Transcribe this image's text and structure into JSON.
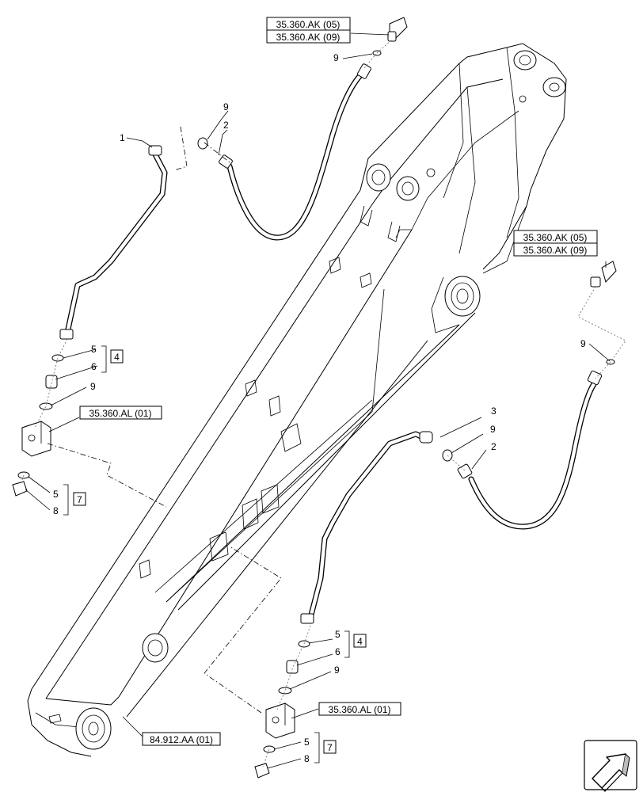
{
  "references": {
    "top_ref_a": "35.360.AK (05)",
    "top_ref_b": "35.360.AK (09)",
    "right_ref_a": "35.360.AK (05)",
    "right_ref_b": "35.360.AK (09)",
    "left_block_ref": "35.360.AL (01)",
    "right_block_ref": "35.360.AL (01)",
    "boom_ref": "84.912.AA (01)"
  },
  "callouts": {
    "c1": "1",
    "c2_top": "2",
    "c9_top_hose": "9",
    "c9_top_fitting": "9",
    "c3": "3",
    "c9_right_hose": "9",
    "c2_right": "2",
    "c9_right_top": "9",
    "c5_left_a": "5",
    "c6_left": "6",
    "c9_left": "9",
    "c5_left_b": "5",
    "c8_left": "8",
    "c5_right_a": "5",
    "c6_right": "6",
    "c9_right_lower": "9",
    "c5_right_b": "5",
    "c8_right": "8",
    "kit4_left": "4",
    "kit7_left": "7",
    "kit4_right": "4",
    "kit7_right": "7"
  },
  "icons": {
    "view_direction": "arrow-view-icon"
  }
}
